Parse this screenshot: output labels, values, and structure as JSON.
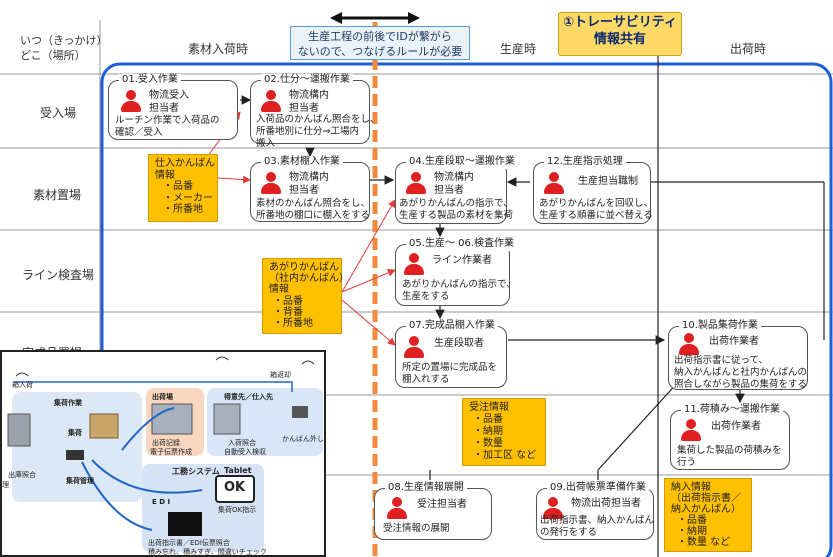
{
  "header": {
    "corner": [
      "いつ（きっかけ）",
      "どこ（場所）"
    ],
    "columns": [
      "素材入荷時",
      "生産時",
      "出荷時"
    ]
  },
  "callout": [
    "生産工程の前後でIDが繋がら",
    "ないので、つなげるルールが必要"
  ],
  "traceability": [
    "①トレーサビリティ",
    "情報共有"
  ],
  "rows": [
    "受入場",
    "素材置場",
    "ライン検査場",
    "完成品置場"
  ],
  "boxes": [
    {
      "title": "01.受入作業",
      "role": [
        "物流受入",
        "担当者"
      ],
      "desc": [
        "ルーチン作業で入荷品の",
        "確認／受入"
      ]
    },
    {
      "title": "02.仕分～運搬作業",
      "role": [
        "物流構内",
        "担当者"
      ],
      "desc": [
        "入荷品のかんばん照合をし、",
        "所番地別に仕分⇒工場内",
        "搬入"
      ]
    },
    {
      "title": "03.素材棚入作業",
      "role": [
        "物流構内",
        "担当者"
      ],
      "desc": [
        "素材のかんばん照合をし、",
        "所番地の棚口に棚入をする"
      ]
    },
    {
      "title": "04.生産段取～運搬作業",
      "role": [
        "物流構内",
        "担当者"
      ],
      "desc": [
        "あがりかんばんの指示で、",
        "生産する製品の素材を集荷"
      ]
    },
    {
      "title": "12.生産指示処理",
      "role": [
        "生産担当職制"
      ],
      "desc": [
        "あがりかんばんを回収し、",
        "生産する順番に並べ替える"
      ]
    },
    {
      "title": "05.生産～ 06.検査作業",
      "role": [
        "ライン作業者"
      ],
      "desc": [
        "あがりかんばんの指示で、",
        "生産をする"
      ]
    },
    {
      "title": "07.完成品棚入作業",
      "role": [
        "生産段取者"
      ],
      "desc": [
        "所定の置場に完成品を",
        "棚入れする"
      ]
    },
    {
      "title": "10.製品集荷作業",
      "role": [
        "出荷作業者"
      ],
      "desc": [
        "出荷指示書に従って、",
        "納入かんばんと社内かんばんの",
        "照合しながら製品の集荷をする"
      ]
    },
    {
      "title": "11.荷積み～運搬作業",
      "role": [
        "出荷作業者"
      ],
      "desc": [
        "集荷した製品の荷積みを",
        "行う"
      ]
    },
    {
      "title": "08.生産情報展開",
      "role": [
        "受注担当者"
      ],
      "desc": [
        "受注情報の展開"
      ]
    },
    {
      "title": "09.出荷帳票準備作業",
      "role": [
        "物流出荷担当者"
      ],
      "desc": [
        "出荷指示書、納入かんばん",
        "の発行をする"
      ]
    }
  ],
  "notes": [
    {
      "lines": [
        "仕入かんばん",
        "情報",
        "・品番",
        "・メーカー",
        "・所番地"
      ]
    },
    {
      "lines": [
        "あがりかんばん",
        "（社内かんばん）",
        "情報",
        "・品番",
        "・背番",
        "・所番地"
      ]
    },
    {
      "lines": [
        "受注情報",
        "・品番",
        "・納期",
        "・数量",
        "・加工区 など"
      ]
    },
    {
      "lines": [
        "納入情報",
        "（出荷指示書／",
        "納入かんばん）",
        "・品番",
        "・納期",
        "・数量 など"
      ]
    }
  ],
  "inset": {
    "labels": [
      "箱入荷",
      "集荷作業",
      "集荷",
      "出庫照合",
      "理",
      "集荷管理",
      "出荷場",
      "出荷記録",
      "電子伝票作成",
      "得意先／仕入先",
      "入荷照合",
      "自動受入検収",
      "かんばん外し",
      "箱返却",
      "工務システム",
      "Tablet",
      "OK",
      "集荷OK指示",
      "E D I",
      "出荷指示書／EDI伝票照合",
      "積み忘れ、積みすぎ、間違いチェック"
    ]
  },
  "colors": {
    "accent_orange": "#f08a3c",
    "blue_frame": "#1f5fd6",
    "note_orange": "#ffc000",
    "trace_yellow": "#ffd966",
    "person_red": "#e02020"
  }
}
